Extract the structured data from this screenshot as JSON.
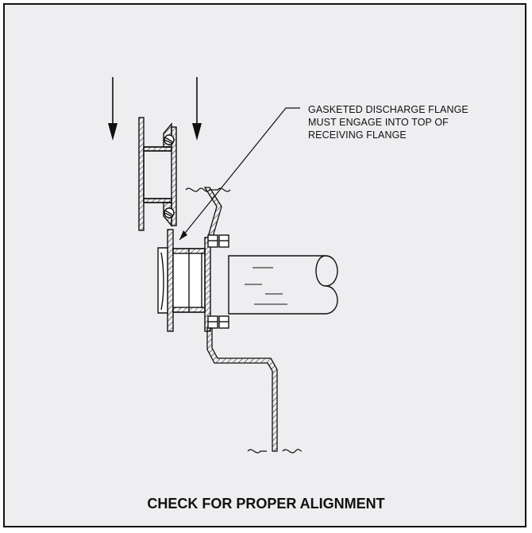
{
  "callout": {
    "lines": [
      "GASKETED DISCHARGE FLANGE",
      "MUST ENGAGE INTO TOP OF",
      "RECEIVING FLANGE"
    ]
  },
  "caption": "CHECK FOR PROPER ALIGNMENT",
  "colors": {
    "background": "#eeeef0",
    "ink": "#111111",
    "border": "#111111"
  }
}
